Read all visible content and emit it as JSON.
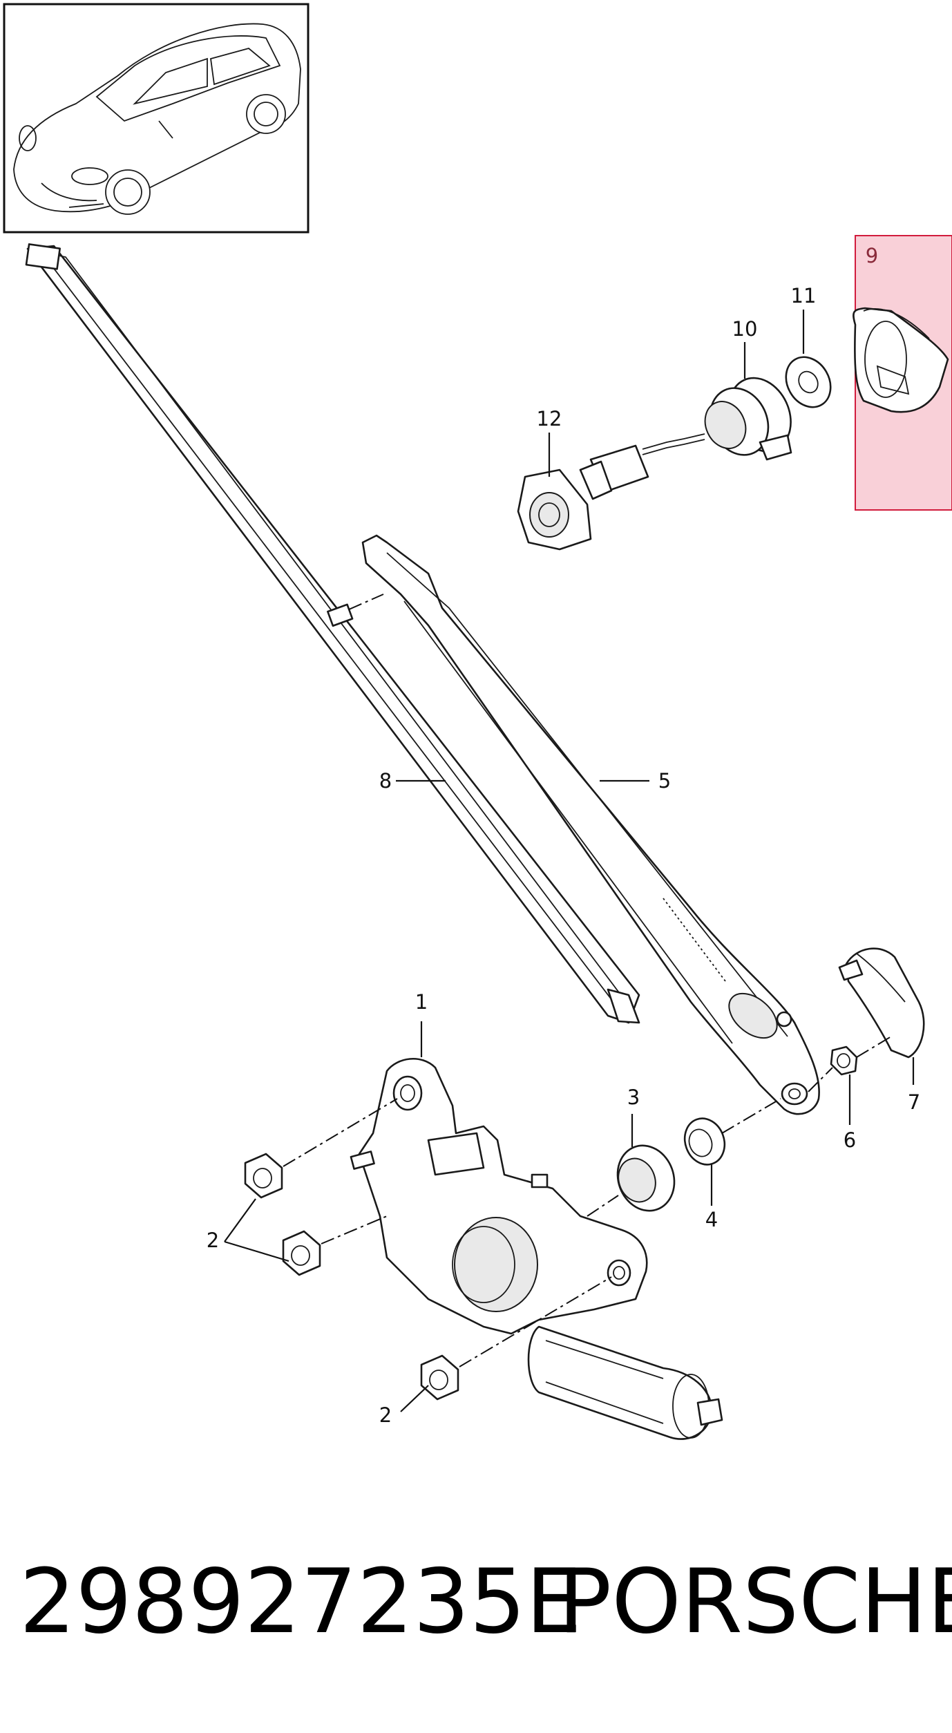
{
  "diagram": {
    "callouts": [
      {
        "id": "1",
        "label": "1"
      },
      {
        "id": "2a",
        "label": "2"
      },
      {
        "id": "2b",
        "label": "2"
      },
      {
        "id": "3",
        "label": "3"
      },
      {
        "id": "4",
        "label": "4"
      },
      {
        "id": "5",
        "label": "5"
      },
      {
        "id": "6",
        "label": "6"
      },
      {
        "id": "7",
        "label": "7"
      },
      {
        "id": "8",
        "label": "8"
      },
      {
        "id": "9",
        "label": "9"
      },
      {
        "id": "10",
        "label": "10"
      },
      {
        "id": "11",
        "label": "11"
      },
      {
        "id": "12",
        "label": "12"
      }
    ],
    "highlight_color": "#f9d0d8",
    "highlight_border": "#d11b3c",
    "footer": {
      "part_number": "298927235E",
      "brand": "PORSCHE"
    }
  }
}
